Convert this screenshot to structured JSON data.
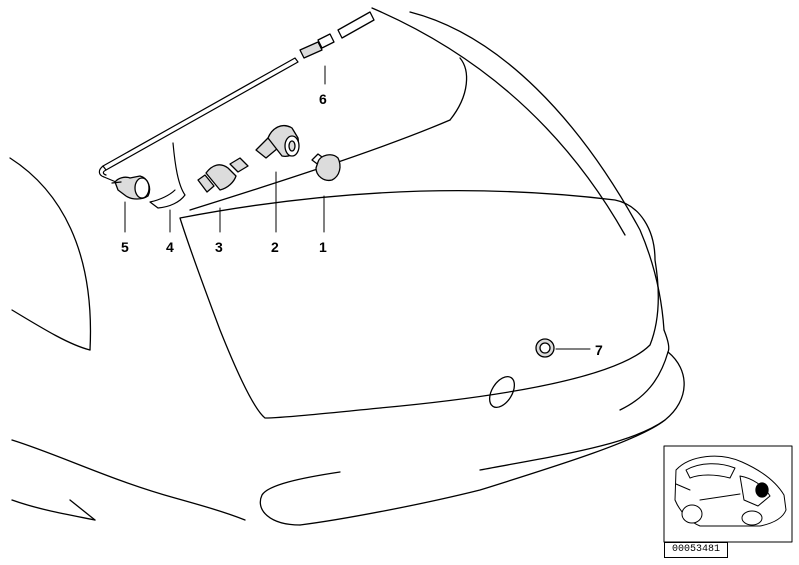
{
  "diagram": {
    "reference_number": "00053481",
    "parts": [
      {
        "number": "1"
      },
      {
        "number": "2"
      },
      {
        "number": "3"
      },
      {
        "number": "4"
      },
      {
        "number": "5"
      },
      {
        "number": "6"
      },
      {
        "number": "7"
      }
    ]
  },
  "colors": {
    "line": "#000000",
    "background": "#ffffff",
    "part_fill": "#dcdcdc",
    "locator_dot": "#000000"
  }
}
